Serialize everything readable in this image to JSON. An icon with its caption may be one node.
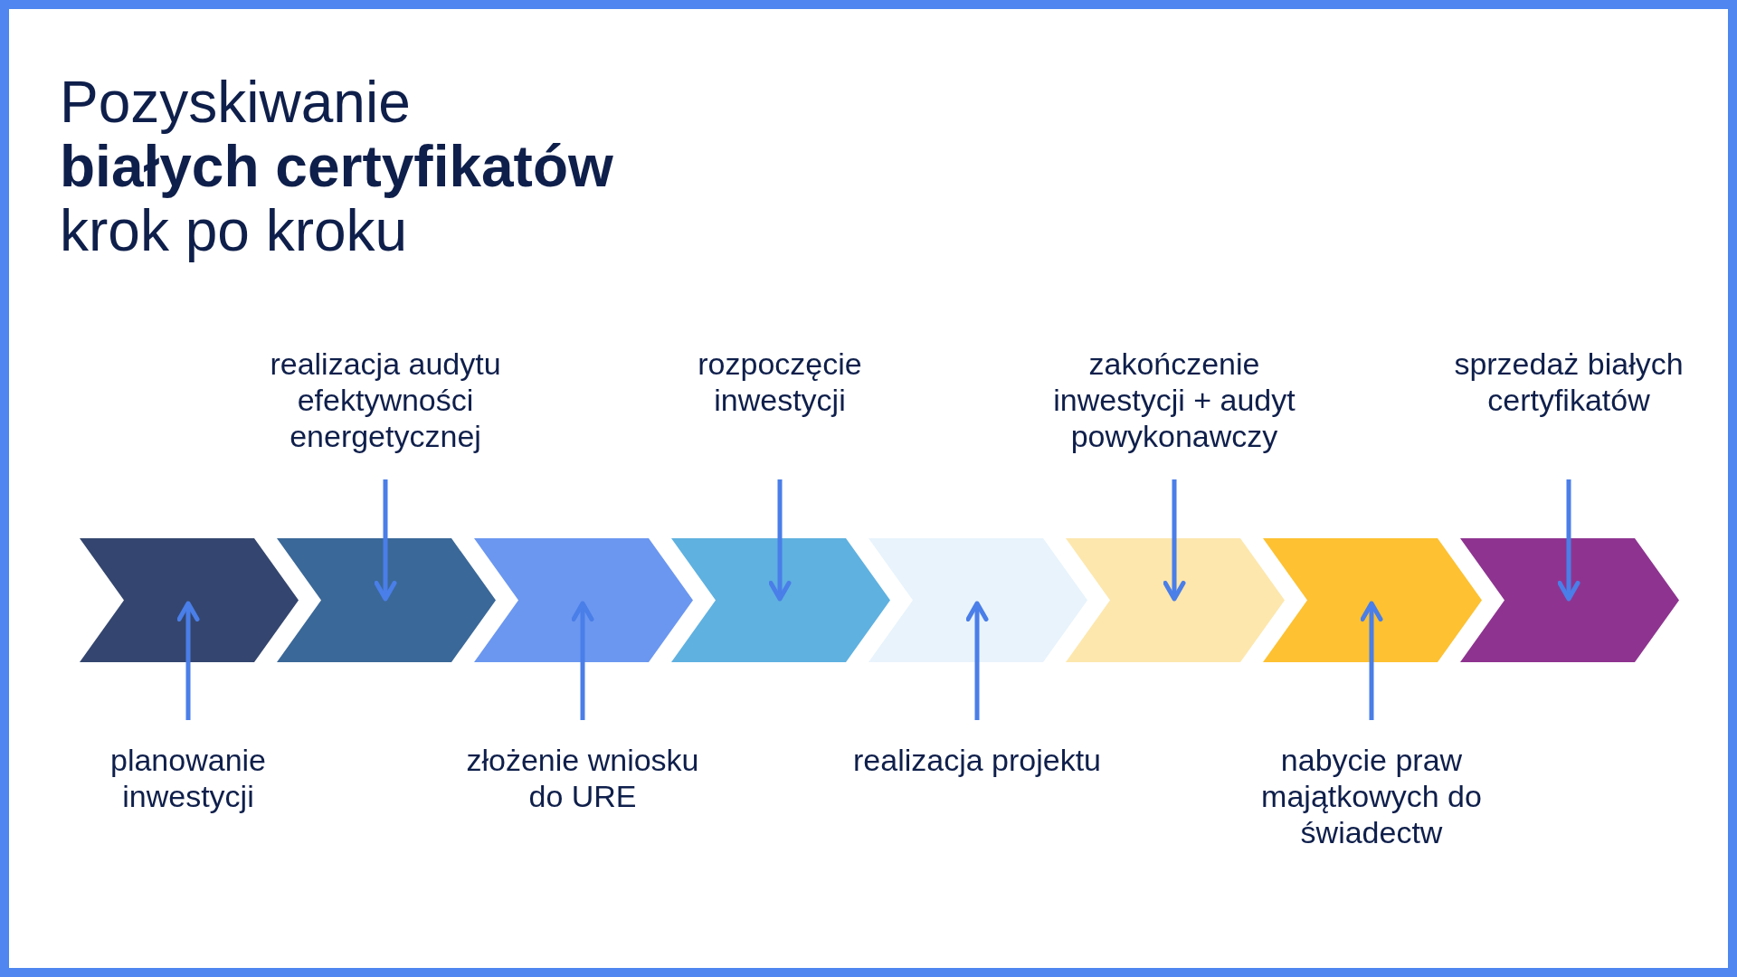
{
  "diagram": {
    "title": "Pozyskiwanie **białych certyfikatów** krok po kroku",
    "nodes": [
      {
        "text": [],
        "shape": "chevron"
      },
      {
        "text": [],
        "shape": "chevron"
      },
      {
        "text": [],
        "shape": "chevron"
      },
      {
        "text": [],
        "shape": "chevron"
      },
      {
        "text": [],
        "shape": "chevron"
      },
      {
        "text": [],
        "shape": "chevron"
      },
      {
        "text": [],
        "shape": "chevron"
      },
      {
        "text": [],
        "shape": "chevron"
      },
      {
        "text": [
          "planowanie inwestycji"
        ]
      },
      {
        "text": [
          "realizacja audytu efektywności energetycznej"
        ]
      },
      {
        "text": [
          "złożenie wniosku do URE"
        ]
      },
      {
        "text": [
          "rozpoczęcie inwestycji"
        ]
      },
      {
        "text": [
          "realizacja projektu"
        ]
      },
      {
        "text": [
          "zakończenie inwestycji + audyt powykonawczy"
        ]
      },
      {
        "text": [
          "nabycie praw majątkowych do świadectw"
        ]
      },
      {
        "text": [
          "sprzedaż białych certyfikatów"
        ]
      }
    ],
    "edges": [
      {
        "from": 8,
        "to": 0,
        "arrow": "to"
      },
      {
        "from": 9,
        "to": 1,
        "arrow": "to"
      },
      {
        "from": 10,
        "to": 2,
        "arrow": "to"
      },
      {
        "from": 11,
        "to": 3,
        "arrow": "to"
      },
      {
        "from": 12,
        "to": 4,
        "arrow": "to"
      },
      {
        "from": 13,
        "to": 5,
        "arrow": "to"
      },
      {
        "from": 14,
        "to": 6,
        "arrow": "to"
      },
      {
        "from": 15,
        "to": 7,
        "arrow": "to"
      }
    ]
  }
}
